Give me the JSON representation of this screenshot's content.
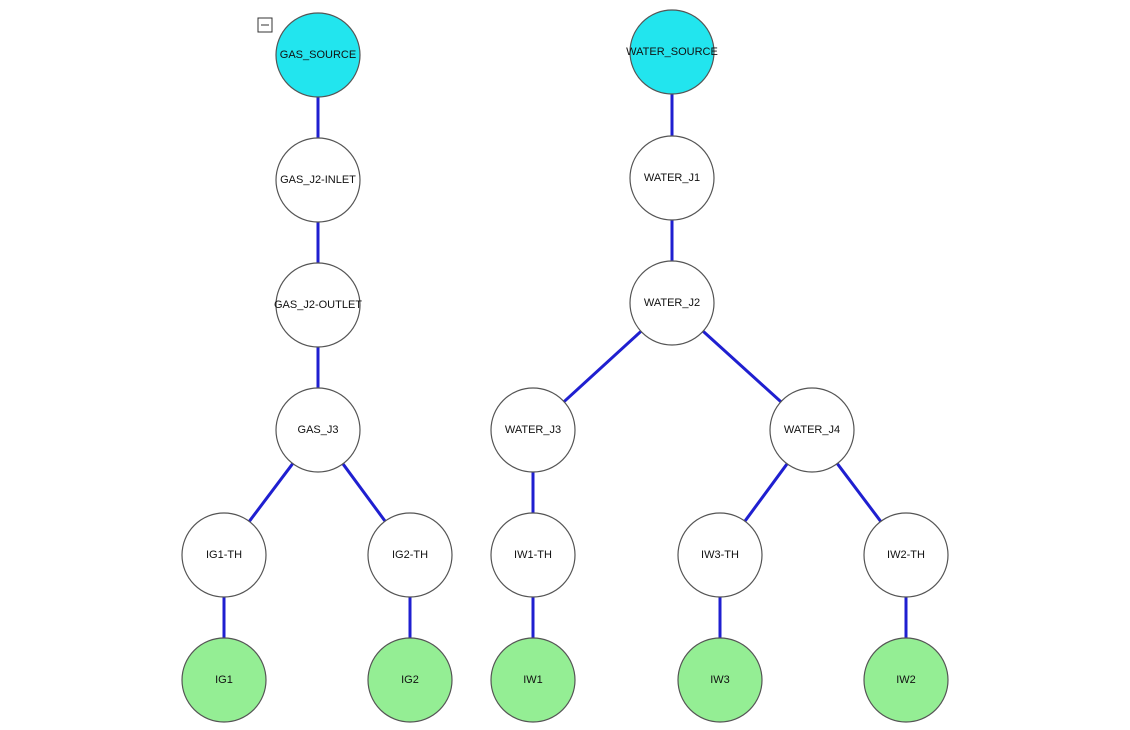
{
  "colors": {
    "source": "#22e5ee",
    "junction": "#ffffff",
    "terminal": "#94ee94",
    "edge": "#1f1fd0"
  },
  "toolbar": {
    "collapse_icon": "minus-box-icon"
  },
  "nodes": [
    {
      "id": "gas_source",
      "label": "GAS_SOURCE",
      "kind": "source"
    },
    {
      "id": "gas_j2_inlet",
      "label": "GAS_J2-INLET",
      "kind": "junction"
    },
    {
      "id": "gas_j2_outlet",
      "label": "GAS_J2-OUTLET",
      "kind": "junction"
    },
    {
      "id": "gas_j3",
      "label": "GAS_J3",
      "kind": "junction"
    },
    {
      "id": "ig1_th",
      "label": "IG1-TH",
      "kind": "junction"
    },
    {
      "id": "ig2_th",
      "label": "IG2-TH",
      "kind": "junction"
    },
    {
      "id": "ig1",
      "label": "IG1",
      "kind": "terminal"
    },
    {
      "id": "ig2",
      "label": "IG2",
      "kind": "terminal"
    },
    {
      "id": "water_source",
      "label": "WATER_SOURCE",
      "kind": "source"
    },
    {
      "id": "water_j1",
      "label": "WATER_J1",
      "kind": "junction"
    },
    {
      "id": "water_j2",
      "label": "WATER_J2",
      "kind": "junction"
    },
    {
      "id": "water_j3",
      "label": "WATER_J3",
      "kind": "junction"
    },
    {
      "id": "water_j4",
      "label": "WATER_J4",
      "kind": "junction"
    },
    {
      "id": "iw1_th",
      "label": "IW1-TH",
      "kind": "junction"
    },
    {
      "id": "iw3_th",
      "label": "IW3-TH",
      "kind": "junction"
    },
    {
      "id": "iw2_th",
      "label": "IW2-TH",
      "kind": "junction"
    },
    {
      "id": "iw1",
      "label": "IW1",
      "kind": "terminal"
    },
    {
      "id": "iw3",
      "label": "IW3",
      "kind": "terminal"
    },
    {
      "id": "iw2",
      "label": "IW2",
      "kind": "terminal"
    }
  ],
  "edges": [
    {
      "from": "gas_source",
      "to": "gas_j2_inlet"
    },
    {
      "from": "gas_j2_inlet",
      "to": "gas_j2_outlet"
    },
    {
      "from": "gas_j2_outlet",
      "to": "gas_j3"
    },
    {
      "from": "gas_j3",
      "to": "ig1_th"
    },
    {
      "from": "gas_j3",
      "to": "ig2_th"
    },
    {
      "from": "ig1_th",
      "to": "ig1"
    },
    {
      "from": "ig2_th",
      "to": "ig2"
    },
    {
      "from": "water_source",
      "to": "water_j1"
    },
    {
      "from": "water_j1",
      "to": "water_j2"
    },
    {
      "from": "water_j2",
      "to": "water_j3"
    },
    {
      "from": "water_j2",
      "to": "water_j4"
    },
    {
      "from": "water_j3",
      "to": "iw1_th"
    },
    {
      "from": "water_j4",
      "to": "iw3_th"
    },
    {
      "from": "water_j4",
      "to": "iw2_th"
    },
    {
      "from": "iw1_th",
      "to": "iw1"
    },
    {
      "from": "iw3_th",
      "to": "iw3"
    },
    {
      "from": "iw2_th",
      "to": "iw2"
    }
  ]
}
